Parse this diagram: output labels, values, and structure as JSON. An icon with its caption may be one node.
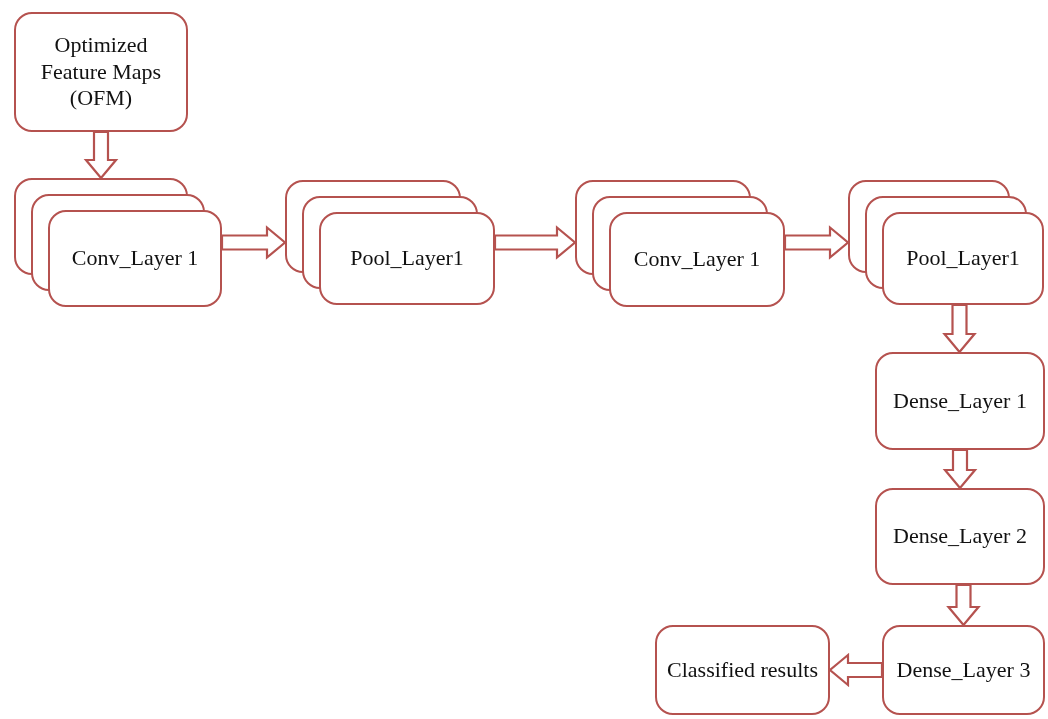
{
  "diagram": {
    "nodes": [
      {
        "text": [
          "Optimized Feature Maps (OFM)"
        ]
      },
      {
        "text": [
          "Conv_Layer 1"
        ]
      },
      {
        "text": [
          "Pool_Layer1"
        ]
      },
      {
        "text": [
          "Conv_Layer 1"
        ]
      },
      {
        "text": [
          "Pool_Layer1"
        ]
      },
      {
        "text": [
          "Dense_Layer 1"
        ]
      },
      {
        "text": [
          "Dense_Layer 2"
        ]
      },
      {
        "text": [
          "Dense_Layer 3"
        ]
      },
      {
        "text": [
          "Classified results"
        ]
      }
    ],
    "edges": [
      {
        "from": 0,
        "to": 1,
        "arrow": "to"
      },
      {
        "from": 1,
        "to": 2,
        "arrow": "to"
      },
      {
        "from": 2,
        "to": 3,
        "arrow": "to"
      },
      {
        "from": 3,
        "to": 4,
        "arrow": "to"
      },
      {
        "from": 4,
        "to": 5,
        "arrow": "to"
      },
      {
        "from": 5,
        "to": 6,
        "arrow": "to"
      },
      {
        "from": 6,
        "to": 7,
        "arrow": "to"
      },
      {
        "from": 7,
        "to": 8,
        "arrow": "to"
      }
    ]
  }
}
